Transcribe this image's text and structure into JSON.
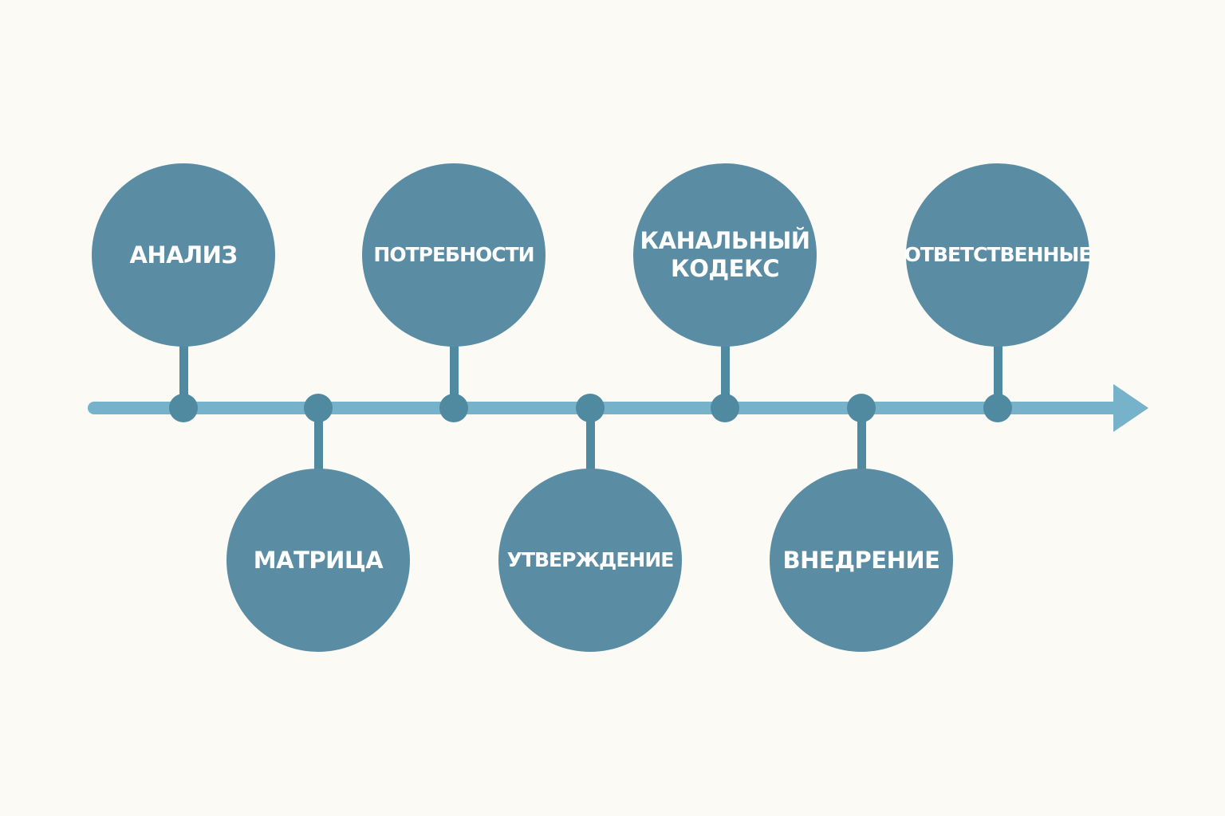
{
  "timeline": {
    "colors": {
      "background": "#fbfaf5",
      "axis": "#76b2c9",
      "bubble": "#5a8da3",
      "node": "#4f8aa1",
      "label": "#ffffff"
    },
    "steps": [
      {
        "label": "АНАЛИЗ",
        "side": "up"
      },
      {
        "label": "МАТРИЦА",
        "side": "down"
      },
      {
        "label": "ПОТРЕБНОСТИ",
        "side": "up"
      },
      {
        "label": "УТВЕРЖДЕНИЕ",
        "side": "down"
      },
      {
        "label": "КАНАЛЬНЫЙ\nКОДЕКС",
        "side": "up"
      },
      {
        "label": "ВНЕДРЕНИЕ",
        "side": "down"
      },
      {
        "label": "ОТВЕТСТВЕННЫЕ",
        "side": "up"
      }
    ]
  }
}
